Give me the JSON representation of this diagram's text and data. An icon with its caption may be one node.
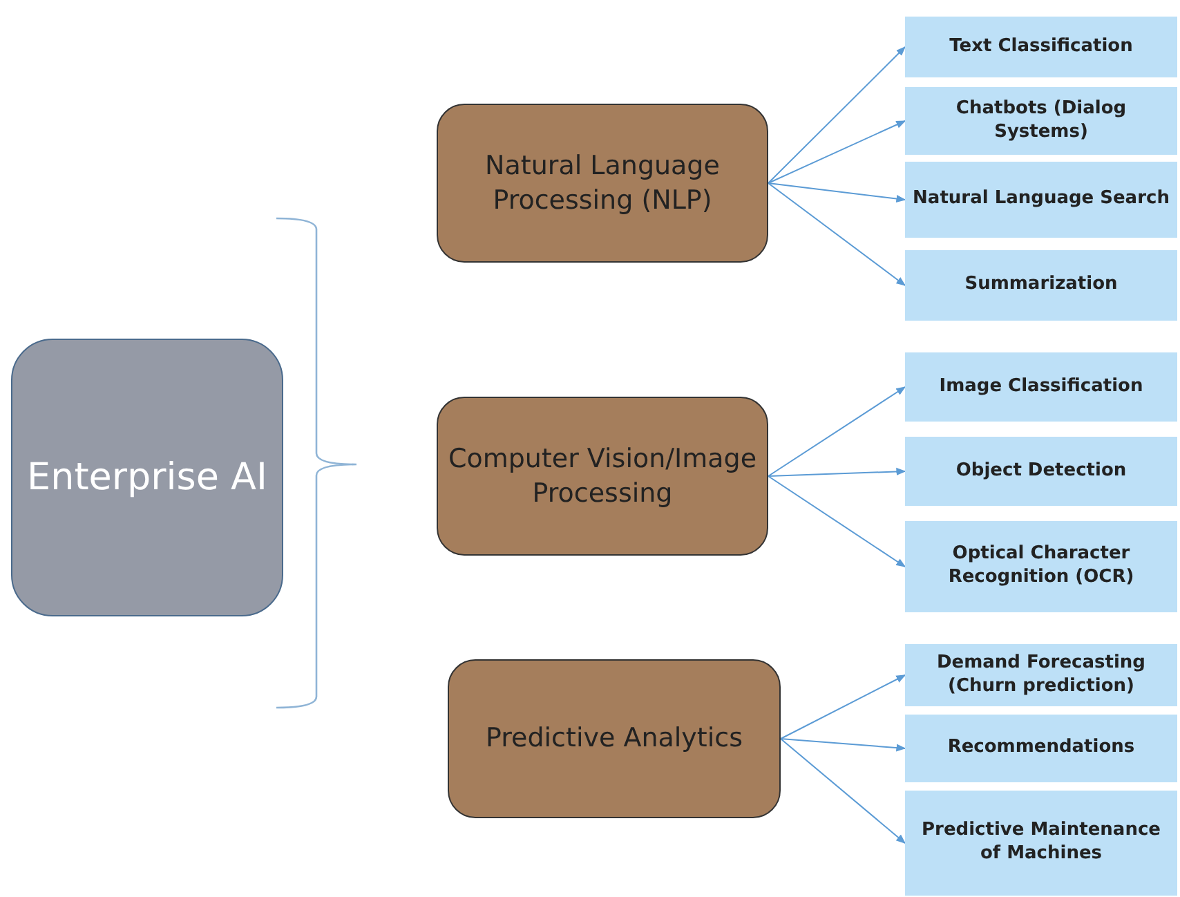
{
  "diagram": {
    "nodes": [
      {
        "text": [
          "Enterprise AI"
        ]
      },
      {
        "text": [
          "Natural Language Processing (NLP)"
        ]
      },
      {
        "text": [
          "Text Classification"
        ]
      },
      {
        "text": [
          "Chatbots (Dialog Systems)"
        ]
      },
      {
        "text": [
          "Natural Language Search"
        ]
      },
      {
        "text": [
          "Summarization"
        ]
      },
      {
        "text": [
          "Computer Vision/Image Processing"
        ]
      },
      {
        "text": [
          "Image Classification"
        ]
      },
      {
        "text": [
          "Object Detection"
        ]
      },
      {
        "text": [
          "Optical Character Recognition (OCR)"
        ]
      },
      {
        "text": [
          "Predictive Analytics"
        ]
      },
      {
        "text": [
          "Demand Forecasting (Churn prediction)"
        ]
      },
      {
        "text": [
          "Recommendations"
        ]
      },
      {
        "text": [
          "Predictive Maintenance of Machines"
        ]
      }
    ],
    "edges": [
      {
        "from": 1,
        "to": 2,
        "arrow": "to"
      },
      {
        "from": 1,
        "to": 3,
        "arrow": "to"
      },
      {
        "from": 1,
        "to": 4,
        "arrow": "to"
      },
      {
        "from": 1,
        "to": 5,
        "arrow": "to"
      },
      {
        "from": 6,
        "to": 7,
        "arrow": "to"
      },
      {
        "from": 6,
        "to": 8,
        "arrow": "to"
      },
      {
        "from": 6,
        "to": 9,
        "arrow": "to"
      },
      {
        "from": 10,
        "to": 11,
        "arrow": "to"
      },
      {
        "from": 10,
        "to": 12,
        "arrow": "to"
      },
      {
        "from": 10,
        "to": 13,
        "arrow": "to"
      }
    ]
  }
}
